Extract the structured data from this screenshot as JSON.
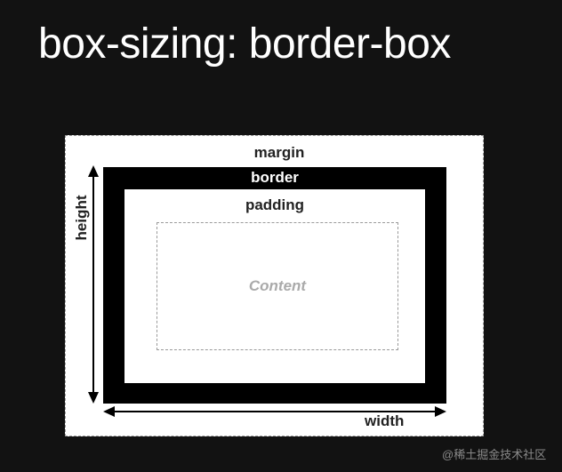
{
  "title": "box-sizing: border-box",
  "labels": {
    "margin": "margin",
    "border": "border",
    "padding": "padding",
    "content": "Content",
    "width": "width",
    "height": "height"
  },
  "watermark": "@稀土掘金技术社区",
  "colors": {
    "background": "#121212",
    "margin_fill": "#ffffff",
    "border_fill": "#000000",
    "padding_fill": "#ffffff",
    "content_dash": "#9a9a9a",
    "content_text": "#aaaaaa"
  }
}
